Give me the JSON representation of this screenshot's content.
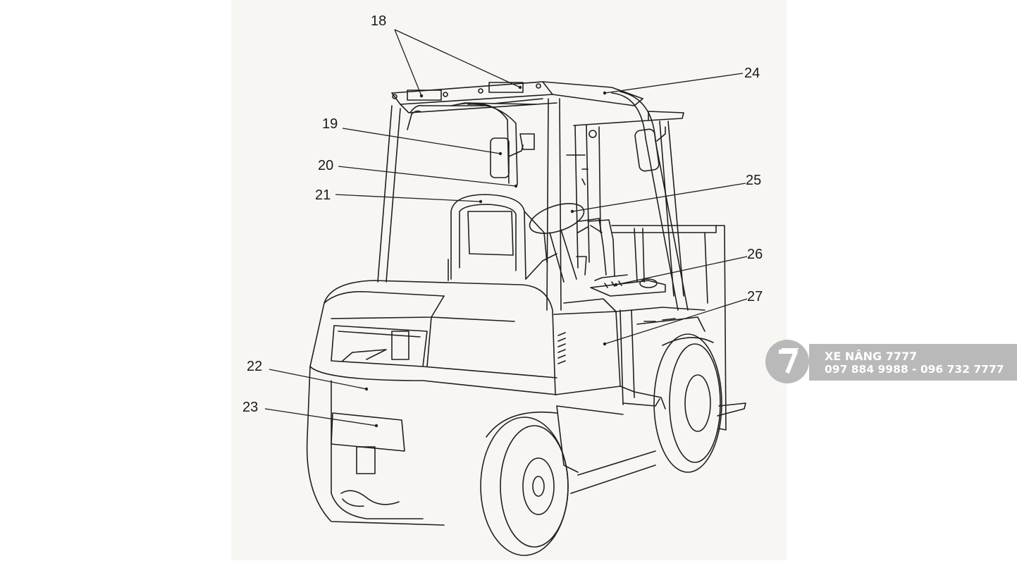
{
  "callouts": {
    "c18": "18",
    "c19": "19",
    "c20": "20",
    "c21": "21",
    "c22": "22",
    "c23": "23",
    "c24": "24",
    "c25": "25",
    "c26": "26",
    "c27": "27"
  },
  "watermark": {
    "logo_glyph": "7",
    "name": "XE NÂNG 7777",
    "phones": "097 884 9988 - 096 732 7777"
  },
  "colors": {
    "line": "#1f1f1f",
    "paper": "#f7f6f2",
    "watermark": "#b9b9b9"
  }
}
